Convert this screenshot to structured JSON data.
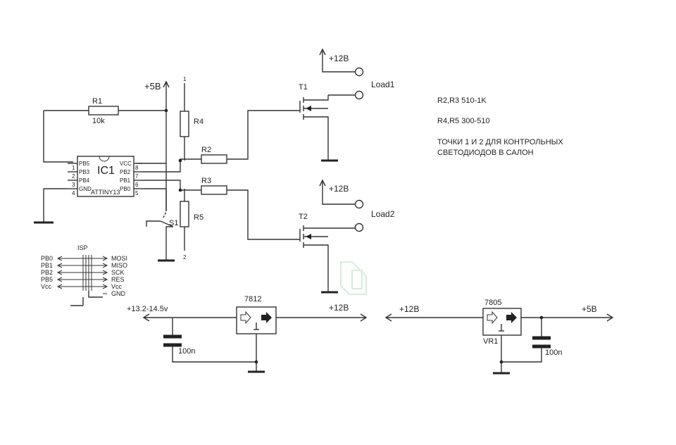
{
  "power": {
    "plus5": "+5В",
    "plus12_top": "+12В",
    "plus12_mid": "+12В"
  },
  "ic": {
    "label": "IC1",
    "part": "ATTINY13",
    "left_pins": [
      {
        "name": "PB5",
        "num": "1"
      },
      {
        "name": "PB3",
        "num": "2"
      },
      {
        "name": "PB4",
        "num": "3"
      },
      {
        "name": "GND",
        "num": "4"
      }
    ],
    "right_pins": [
      {
        "name": "VCC",
        "num": "8"
      },
      {
        "name": "PB2",
        "num": "7"
      },
      {
        "name": "PB1",
        "num": "6"
      },
      {
        "name": "PB0",
        "num": "5"
      }
    ]
  },
  "resistors": {
    "r1": "R1",
    "r1_value": "10k",
    "r2": "R2",
    "r3": "R3",
    "r4": "R4",
    "r5": "R5"
  },
  "pot_pins": {
    "top": "1",
    "bottom": "2"
  },
  "switch": {
    "label": "S1"
  },
  "transistors": {
    "t1": "T1",
    "t2": "T2"
  },
  "loads": {
    "load1": "Load1",
    "load2": "Load2"
  },
  "notes": {
    "line1": "R2,R3 510-1K",
    "line2": "R4,R5  300-510",
    "line3": "ТОЧКИ 1 И 2 ДЛЯ КОНТРОЛЬНЫХ",
    "line4": "СВЕТОДИОДОВ В САЛОН"
  },
  "isp": {
    "title": "ISP",
    "left": [
      "PB0",
      "PB1",
      "PB2",
      "PB5",
      "Vcc"
    ],
    "right": [
      "MOSI",
      "MISO",
      "SCK",
      "RES",
      "Vcc",
      "GND"
    ]
  },
  "reg1": {
    "name": "7812",
    "input": "+13.2-14.5v",
    "output": "+12В",
    "cap": "100n"
  },
  "reg2": {
    "name": "7805",
    "ref": "VR1",
    "input": "+12В",
    "output": "+5В",
    "cap": "100n"
  }
}
